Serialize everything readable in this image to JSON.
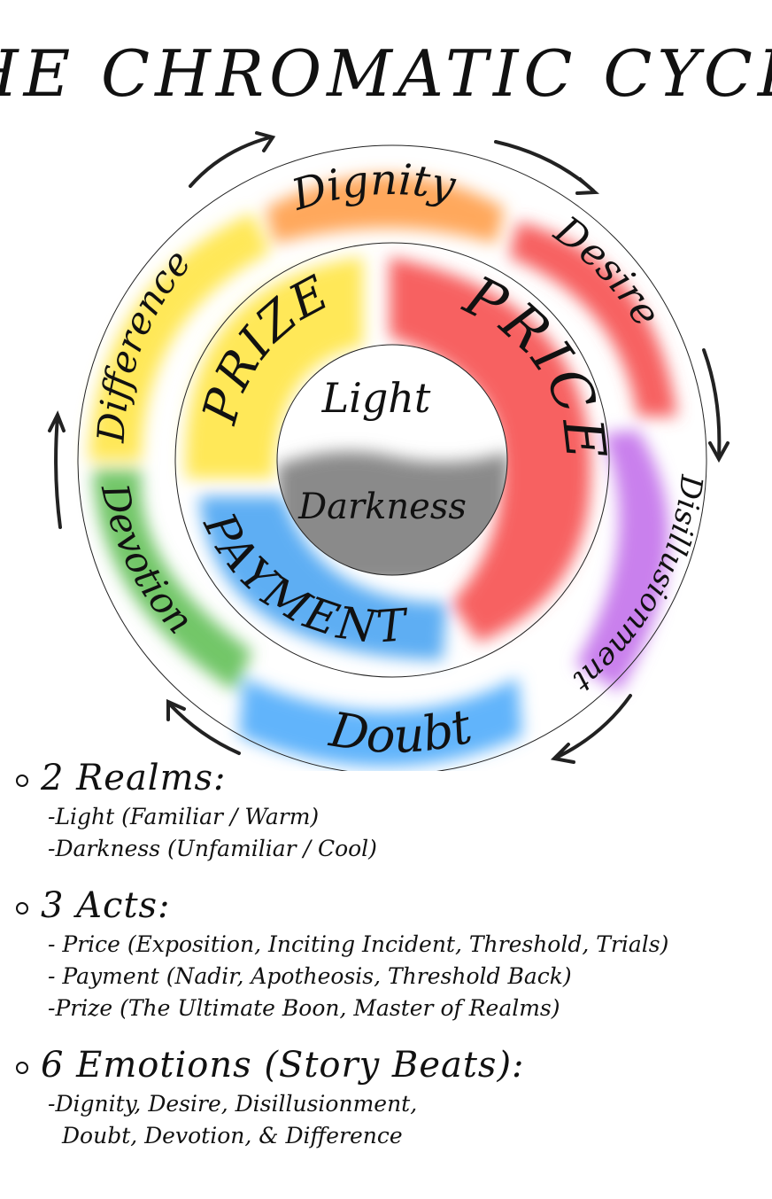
{
  "title": "THE CHROMATIC CYCLE",
  "diagram": {
    "center": {
      "top": "Light",
      "bottom": "Darkness"
    },
    "acts": [
      {
        "label": "PRIZE",
        "color": "#ffe74f"
      },
      {
        "label": "PRICE",
        "color": "#f75a5a"
      },
      {
        "label": "PAYMENT",
        "color": "#55aaf2"
      }
    ],
    "emotions": [
      {
        "label": "Dignity",
        "color": "#ffa352"
      },
      {
        "label": "Desire",
        "color": "#f75a5a"
      },
      {
        "label": "Disillusionment",
        "color": "#c679ec"
      },
      {
        "label": "Doubt",
        "color": "#5ab0fb"
      },
      {
        "label": "Devotion",
        "color": "#6ac35f"
      },
      {
        "label": "Difference",
        "color": "#ffe74f"
      }
    ],
    "darkness_color": "#8a8a8a"
  },
  "notes": {
    "realms": {
      "heading": "2 Realms:",
      "items": [
        "-Light (Familiar / Warm)",
        "-Darkness (Unfamiliar / Cool)"
      ]
    },
    "acts": {
      "heading": "3 Acts:",
      "items": [
        "- Price (Exposition, Inciting Incident, Threshold, Trials)",
        "- Payment (Nadir, Apotheosis, Threshold Back)",
        "-Prize (The Ultimate Boon, Master of Realms)"
      ]
    },
    "emotions": {
      "heading": "6 Emotions (Story Beats):",
      "items": [
        "-Dignity, Desire, Disillusionment,",
        "Doubt, Devotion, & Difference"
      ]
    }
  }
}
